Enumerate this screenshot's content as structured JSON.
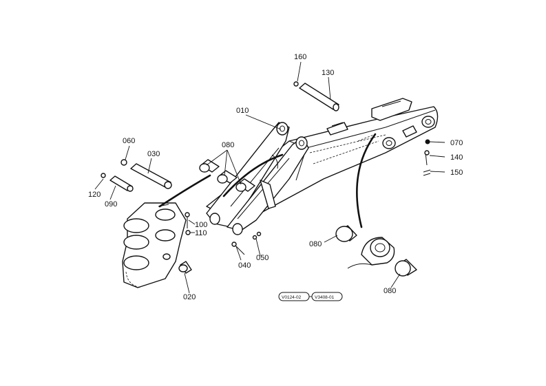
{
  "callouts": [
    {
      "id": "c160",
      "label": "160"
    },
    {
      "id": "c130",
      "label": "130"
    },
    {
      "id": "c010",
      "label": "010"
    },
    {
      "id": "c080a",
      "label": "080"
    },
    {
      "id": "c060",
      "label": "060"
    },
    {
      "id": "c030",
      "label": "030"
    },
    {
      "id": "c120",
      "label": "120"
    },
    {
      "id": "c090",
      "label": "090"
    },
    {
      "id": "c100",
      "label": "100"
    },
    {
      "id": "c110",
      "label": "110"
    },
    {
      "id": "c040",
      "label": "040"
    },
    {
      "id": "c050",
      "label": "050"
    },
    {
      "id": "c020",
      "label": "020"
    },
    {
      "id": "c070",
      "label": "070"
    },
    {
      "id": "c140",
      "label": "140"
    },
    {
      "id": "c150",
      "label": "150"
    },
    {
      "id": "c080b",
      "label": "080"
    },
    {
      "id": "c080c",
      "label": "080"
    }
  ],
  "reference_codes": [
    "V0124-02",
    "V3408-01"
  ]
}
